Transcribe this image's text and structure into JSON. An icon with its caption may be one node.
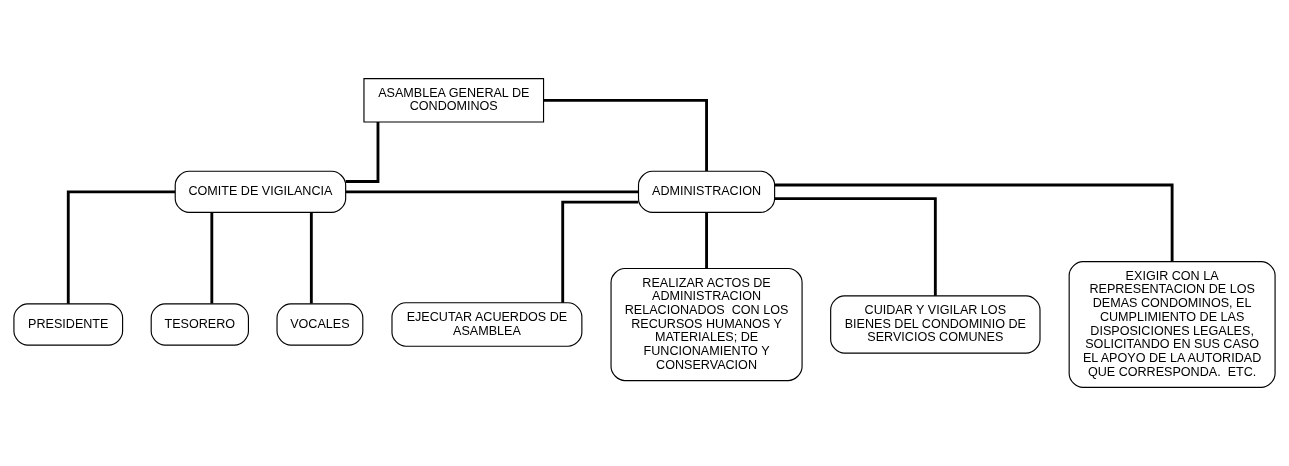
{
  "diagram": {
    "nodes": [
      {
        "text": [
          "ASAMBLEA GENERAL DE CONDOMINOS"
        ]
      },
      {
        "text": [
          "COMITE DE VIGILANCIA"
        ]
      },
      {
        "text": [
          "ADMINISTRACION"
        ]
      },
      {
        "text": [
          "PRESIDENTE"
        ]
      },
      {
        "text": [
          "TESORERO"
        ]
      },
      {
        "text": [
          "VOCALES"
        ]
      },
      {
        "text": [
          "EJECUTAR ACUERDOS DE ASAMBLEA"
        ]
      },
      {
        "text": [
          "REALIZAR ACTOS DE ADMINISTRACION RELACIONADOS  CON LOS RECURSOS HUMANOS Y MATERIALES; DE FUNCIONAMIENTO Y CONSERVACION"
        ]
      },
      {
        "text": [
          "CUIDAR Y VIGILAR LOS BIENES DEL CONDOMINIO DE SERVICIOS COMUNES"
        ]
      },
      {
        "text": [
          "EXIGIR CON LA REPRESENTACION DE LOS DEMAS CONDOMINOS, EL CUMPLIMIENTO DE LAS DISPOSICIONES LEGALES, SOLICITANDO EN SUS CASO EL APOYO DE LA AUTORIDAD QUE CORRESPONDA.  ETC."
        ]
      }
    ],
    "edges": [
      {
        "from": 0,
        "to": 1,
        "arrow": "none"
      },
      {
        "from": 0,
        "to": 2,
        "arrow": "none"
      },
      {
        "from": 1,
        "to": 2,
        "arrow": "none"
      },
      {
        "from": 1,
        "to": 3,
        "arrow": "none"
      },
      {
        "from": 1,
        "to": 4,
        "arrow": "none"
      },
      {
        "from": 1,
        "to": 5,
        "arrow": "none"
      },
      {
        "from": 2,
        "to": 6,
        "arrow": "none"
      },
      {
        "from": 2,
        "to": 7,
        "arrow": "none"
      },
      {
        "from": 2,
        "to": 8,
        "arrow": "none"
      },
      {
        "from": 2,
        "to": 9,
        "arrow": "none"
      }
    ]
  }
}
